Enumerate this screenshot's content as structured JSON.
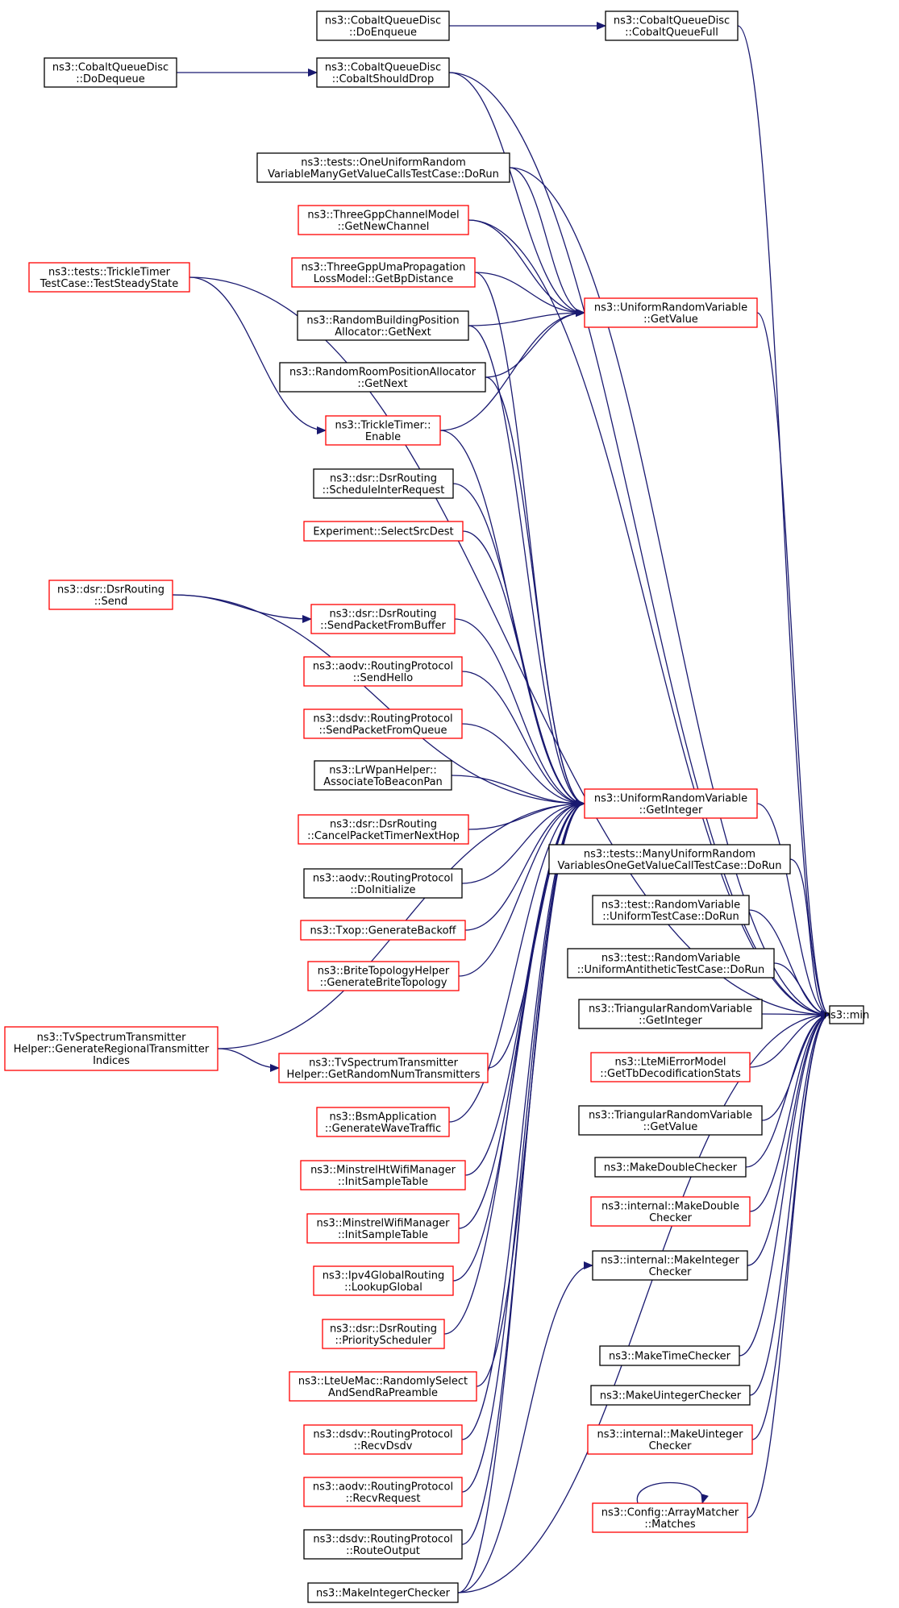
{
  "colors": {
    "edge": "#191970",
    "border_documented": "#000000",
    "border_undocumented": "#ff0000",
    "root_fill": "#bfbfbf"
  },
  "nodes": [
    {
      "id": "root",
      "lines": [
        "ns3::min"
      ],
      "style": "root"
    },
    {
      "id": "cobalt-enqueue",
      "lines": [
        "ns3::CobaltQueueDisc",
        "::DoEnqueue"
      ],
      "style": "documented"
    },
    {
      "id": "cobalt-full",
      "lines": [
        "ns3::CobaltQueueDisc",
        "::CobaltQueueFull"
      ],
      "style": "documented"
    },
    {
      "id": "cobalt-dequeue",
      "lines": [
        "ns3::CobaltQueueDisc",
        "::DoDequeue"
      ],
      "style": "documented"
    },
    {
      "id": "cobalt-drop",
      "lines": [
        "ns3::CobaltQueueDisc",
        "::CobaltShouldDrop"
      ],
      "style": "documented"
    },
    {
      "id": "one-uniform",
      "lines": [
        "ns3::tests::OneUniformRandom",
        "VariableManyGetValueCallsTestCase::DoRun"
      ],
      "style": "documented"
    },
    {
      "id": "threegpp-channel",
      "lines": [
        "ns3::ThreeGppChannelModel",
        "::GetNewChannel"
      ],
      "style": "undocumented"
    },
    {
      "id": "trickle-test",
      "lines": [
        "ns3::tests::TrickleTimer",
        "TestCase::TestSteadyState"
      ],
      "style": "undocumented"
    },
    {
      "id": "threegpp-uma",
      "lines": [
        "ns3::ThreeGppUmaPropagation",
        "LossModel::GetBpDistance"
      ],
      "style": "undocumented"
    },
    {
      "id": "uniform-getvalue",
      "lines": [
        "ns3::UniformRandomVariable",
        "::GetValue"
      ],
      "style": "undocumented"
    },
    {
      "id": "random-building",
      "lines": [
        "ns3::RandomBuildingPosition",
        "Allocator::GetNext"
      ],
      "style": "documented"
    },
    {
      "id": "random-room",
      "lines": [
        "ns3::RandomRoomPositionAllocator",
        "::GetNext"
      ],
      "style": "documented"
    },
    {
      "id": "trickle-enable",
      "lines": [
        "ns3::TrickleTimer::",
        "Enable"
      ],
      "style": "undocumented"
    },
    {
      "id": "dsr-schedule",
      "lines": [
        "ns3::dsr::DsrRouting",
        "::ScheduleInterRequest"
      ],
      "style": "documented"
    },
    {
      "id": "experiment",
      "lines": [
        "Experiment::SelectSrcDest"
      ],
      "style": "undocumented"
    },
    {
      "id": "dsr-send",
      "lines": [
        "ns3::dsr::DsrRouting",
        "::Send"
      ],
      "style": "undocumented"
    },
    {
      "id": "dsr-sendbuffer",
      "lines": [
        "ns3::dsr::DsrRouting",
        "::SendPacketFromBuffer"
      ],
      "style": "undocumented"
    },
    {
      "id": "aodv-hello",
      "lines": [
        "ns3::aodv::RoutingProtocol",
        "::SendHello"
      ],
      "style": "undocumented"
    },
    {
      "id": "dsdv-queue",
      "lines": [
        "ns3::dsdv::RoutingProtocol",
        "::SendPacketFromQueue"
      ],
      "style": "undocumented"
    },
    {
      "id": "lrwpan",
      "lines": [
        "ns3::LrWpanHelper::",
        "AssociateToBeaconPan"
      ],
      "style": "documented"
    },
    {
      "id": "uniform-getinteger",
      "lines": [
        "ns3::UniformRandomVariable",
        "::GetInteger"
      ],
      "style": "undocumented"
    },
    {
      "id": "dsr-cancel",
      "lines": [
        "ns3::dsr::DsrRouting",
        "::CancelPacketTimerNextHop"
      ],
      "style": "undocumented"
    },
    {
      "id": "many-uniform",
      "lines": [
        "ns3::tests::ManyUniformRandom",
        "VariablesOneGetValueCallTestCase::DoRun"
      ],
      "style": "documented"
    },
    {
      "id": "aodv-init",
      "lines": [
        "ns3::aodv::RoutingProtocol",
        "::DoInitialize"
      ],
      "style": "documented"
    },
    {
      "id": "rv-uniform",
      "lines": [
        "ns3::test::RandomVariable",
        "::UniformTestCase::DoRun"
      ],
      "style": "documented"
    },
    {
      "id": "txop",
      "lines": [
        "ns3::Txop::GenerateBackoff"
      ],
      "style": "undocumented"
    },
    {
      "id": "rv-antithetic",
      "lines": [
        "ns3::test::RandomVariable",
        "::UniformAntitheticTestCase::DoRun"
      ],
      "style": "documented"
    },
    {
      "id": "brite",
      "lines": [
        "ns3::BriteTopologyHelper",
        "::GenerateBriteTopology"
      ],
      "style": "undocumented"
    },
    {
      "id": "tri-getinteger",
      "lines": [
        "ns3::TriangularRandomVariable",
        "::GetInteger"
      ],
      "style": "documented"
    },
    {
      "id": "tv-regional",
      "lines": [
        "ns3::TvSpectrumTransmitter",
        "Helper::GenerateRegionalTransmitter",
        "Indices"
      ],
      "style": "undocumented"
    },
    {
      "id": "lte-error",
      "lines": [
        "ns3::LteMiErrorModel",
        "::GetTbDecodificationStats"
      ],
      "style": "undocumented"
    },
    {
      "id": "tv-random",
      "lines": [
        "ns3::TvSpectrumTransmitter",
        "Helper::GetRandomNumTransmitters"
      ],
      "style": "undocumented"
    },
    {
      "id": "tri-getvalue",
      "lines": [
        "ns3::TriangularRandomVariable",
        "::GetValue"
      ],
      "style": "documented"
    },
    {
      "id": "bsm",
      "lines": [
        "ns3::BsmApplication",
        "::GenerateWaveTraffic"
      ],
      "style": "undocumented"
    },
    {
      "id": "make-double",
      "lines": [
        "ns3::MakeDoubleChecker"
      ],
      "style": "documented"
    },
    {
      "id": "minstrel-ht",
      "lines": [
        "ns3::MinstrelHtWifiManager",
        "::InitSampleTable"
      ],
      "style": "undocumented"
    },
    {
      "id": "internal-double",
      "lines": [
        "ns3::internal::MakeDouble",
        "Checker"
      ],
      "style": "undocumented"
    },
    {
      "id": "minstrel",
      "lines": [
        "ns3::MinstrelWifiManager",
        "::InitSampleTable"
      ],
      "style": "undocumented"
    },
    {
      "id": "internal-integer",
      "lines": [
        "ns3::internal::MakeInteger",
        "Checker"
      ],
      "style": "documented"
    },
    {
      "id": "ipv4",
      "lines": [
        "ns3::Ipv4GlobalRouting",
        "::LookupGlobal"
      ],
      "style": "undocumented"
    },
    {
      "id": "dsr-priority",
      "lines": [
        "ns3::dsr::DsrRouting",
        "::PriorityScheduler"
      ],
      "style": "undocumented"
    },
    {
      "id": "make-time",
      "lines": [
        "ns3::MakeTimeChecker"
      ],
      "style": "documented"
    },
    {
      "id": "lte-ue",
      "lines": [
        "ns3::LteUeMac::RandomlySelect",
        "AndSendRaPreamble"
      ],
      "style": "undocumented"
    },
    {
      "id": "make-uinteger",
      "lines": [
        "ns3::MakeUintegerChecker"
      ],
      "style": "documented"
    },
    {
      "id": "dsdv-recv",
      "lines": [
        "ns3::dsdv::RoutingProtocol",
        "::RecvDsdv"
      ],
      "style": "undocumented"
    },
    {
      "id": "internal-uinteger",
      "lines": [
        "ns3::internal::MakeUinteger",
        "Checker"
      ],
      "style": "undocumented"
    },
    {
      "id": "aodv-recv",
      "lines": [
        "ns3::aodv::RoutingProtocol",
        "::RecvRequest"
      ],
      "style": "undocumented"
    },
    {
      "id": "config-matches",
      "lines": [
        "ns3::Config::ArrayMatcher",
        "::Matches"
      ],
      "style": "undocumented"
    },
    {
      "id": "dsdv-route",
      "lines": [
        "ns3::dsdv::RoutingProtocol",
        "::RouteOutput"
      ],
      "style": "documented"
    },
    {
      "id": "make-integer",
      "lines": [
        "ns3::MakeIntegerChecker"
      ],
      "style": "documented"
    }
  ],
  "edges": [
    [
      "cobalt-enqueue",
      "cobalt-full"
    ],
    [
      "cobalt-dequeue",
      "cobalt-drop"
    ],
    [
      "cobalt-full",
      "root"
    ],
    [
      "cobalt-drop",
      "root"
    ],
    [
      "cobalt-drop",
      "uniform-getvalue"
    ],
    [
      "one-uniform",
      "root"
    ],
    [
      "one-uniform",
      "uniform-getvalue"
    ],
    [
      "threegpp-channel",
      "root"
    ],
    [
      "threegpp-channel",
      "uniform-getvalue"
    ],
    [
      "trickle-test",
      "root"
    ],
    [
      "trickle-test",
      "trickle-enable"
    ],
    [
      "threegpp-uma",
      "uniform-getvalue"
    ],
    [
      "threegpp-uma",
      "uniform-getinteger"
    ],
    [
      "random-building",
      "uniform-getvalue"
    ],
    [
      "random-building",
      "uniform-getinteger"
    ],
    [
      "random-room",
      "uniform-getvalue"
    ],
    [
      "random-room",
      "uniform-getinteger"
    ],
    [
      "trickle-enable",
      "uniform-getvalue"
    ],
    [
      "trickle-enable",
      "uniform-getinteger"
    ],
    [
      "uniform-getvalue",
      "root"
    ],
    [
      "dsr-schedule",
      "uniform-getinteger"
    ],
    [
      "experiment",
      "uniform-getinteger"
    ],
    [
      "dsr-send",
      "uniform-getinteger"
    ],
    [
      "dsr-send",
      "dsr-sendbuffer"
    ],
    [
      "dsr-sendbuffer",
      "uniform-getinteger"
    ],
    [
      "aodv-hello",
      "uniform-getinteger"
    ],
    [
      "dsdv-queue",
      "uniform-getinteger"
    ],
    [
      "lrwpan",
      "uniform-getinteger"
    ],
    [
      "dsr-cancel",
      "uniform-getinteger"
    ],
    [
      "aodv-init",
      "uniform-getinteger"
    ],
    [
      "txop",
      "uniform-getinteger"
    ],
    [
      "brite",
      "uniform-getinteger"
    ],
    [
      "tv-regional",
      "uniform-getinteger"
    ],
    [
      "tv-regional",
      "tv-random"
    ],
    [
      "tv-random",
      "uniform-getinteger"
    ],
    [
      "bsm",
      "uniform-getinteger"
    ],
    [
      "minstrel-ht",
      "uniform-getinteger"
    ],
    [
      "minstrel",
      "uniform-getinteger"
    ],
    [
      "ipv4",
      "uniform-getinteger"
    ],
    [
      "dsr-priority",
      "uniform-getinteger"
    ],
    [
      "lte-ue",
      "uniform-getinteger"
    ],
    [
      "dsdv-recv",
      "uniform-getinteger"
    ],
    [
      "aodv-recv",
      "uniform-getinteger"
    ],
    [
      "dsdv-route",
      "uniform-getinteger"
    ],
    [
      "make-integer",
      "uniform-getinteger"
    ],
    [
      "make-integer",
      "internal-integer"
    ],
    [
      "make-integer",
      "root"
    ],
    [
      "uniform-getinteger",
      "root"
    ],
    [
      "many-uniform",
      "root"
    ],
    [
      "rv-uniform",
      "root"
    ],
    [
      "rv-antithetic",
      "root"
    ],
    [
      "tri-getinteger",
      "root"
    ],
    [
      "lte-error",
      "root"
    ],
    [
      "tri-getvalue",
      "root"
    ],
    [
      "make-double",
      "root"
    ],
    [
      "internal-double",
      "root"
    ],
    [
      "internal-integer",
      "root"
    ],
    [
      "make-time",
      "root"
    ],
    [
      "make-uinteger",
      "root"
    ],
    [
      "internal-uinteger",
      "root"
    ],
    [
      "config-matches",
      "root"
    ],
    [
      "config-matches",
      "config-matches"
    ]
  ]
}
